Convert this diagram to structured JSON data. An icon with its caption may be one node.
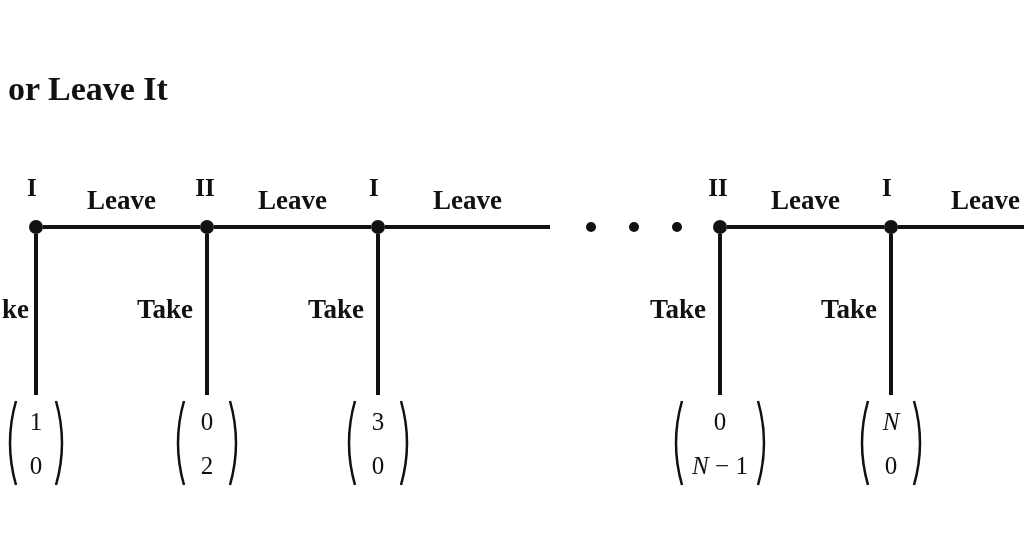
{
  "diagram": {
    "title": "or Leave It",
    "nodes": [
      {
        "text": [],
        "shape": "circle",
        "beside": [
          "I"
        ]
      },
      {
        "text": [],
        "shape": "circle",
        "beside": [
          "II"
        ]
      },
      {
        "text": [],
        "shape": "circle",
        "beside": [
          "I"
        ]
      },
      {
        "text": [],
        "shape": "circle",
        "beside": [
          "II"
        ]
      },
      {
        "text": [],
        "shape": "circle",
        "beside": [
          "I"
        ]
      },
      {
        "text": [
          "1",
          "0"
        ]
      },
      {
        "text": [
          "0",
          "2"
        ]
      },
      {
        "text": [
          "3",
          "0"
        ]
      },
      {
        "text": [
          "0",
          "*N* − 1"
        ]
      },
      {
        "text": [
          "*N*",
          "0"
        ]
      }
    ],
    "edges": [
      {
        "from": 0,
        "to": 1,
        "arrow": "none",
        "label": "Leave"
      },
      {
        "from": 1,
        "to": 2,
        "arrow": "none",
        "label": "Leave"
      },
      {
        "from": 2,
        "to": null,
        "arrow": "none",
        "label": "Leave"
      },
      {
        "from": 3,
        "to": 4,
        "arrow": "none",
        "label": "Leave"
      },
      {
        "from": 4,
        "to": null,
        "arrow": "none",
        "label": "Leave"
      },
      {
        "from": 0,
        "to": 5,
        "arrow": "none",
        "label": "ke"
      },
      {
        "from": 1,
        "to": 6,
        "arrow": "none",
        "label": "Take"
      },
      {
        "from": 2,
        "to": 7,
        "arrow": "none",
        "label": "Take"
      },
      {
        "from": 3,
        "to": 8,
        "arrow": "none",
        "label": "Take"
      },
      {
        "from": 4,
        "to": 9,
        "arrow": "none",
        "label": "Take"
      }
    ]
  }
}
